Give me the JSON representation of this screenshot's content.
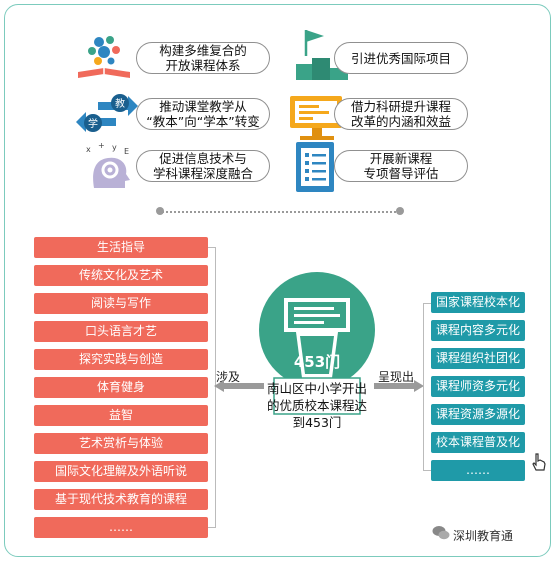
{
  "measures": [
    {
      "id": "system",
      "text": "构建多维复合的\n开放课程体系",
      "icon": "book-icon"
    },
    {
      "id": "intl",
      "text": "引进优秀国际项目",
      "icon": "flag-podium-icon"
    },
    {
      "id": "shift",
      "text": "推动课堂教学从\n“教本”向“学本”转变",
      "icon": "swap-arrows-icon"
    },
    {
      "id": "research",
      "text": "借力科研提升课程\n改革的内涵和效益",
      "icon": "monitor-icon"
    },
    {
      "id": "tech",
      "text": "促进信息技术与\n学科课程深度融合",
      "icon": "head-gear-icon"
    },
    {
      "id": "supervise",
      "text": "开展新课程\n专项督导评估",
      "icon": "checklist-icon"
    }
  ],
  "icon_badges": {
    "study": "学",
    "teach": "教"
  },
  "areas_label": "涉及",
  "features_label": "呈现出",
  "count_label": "453门",
  "center_text": "南山区中小学开出的优质校本课程达到453门",
  "areas": [
    "生活指导",
    "传统文化及艺术",
    "阅读与写作",
    "口头语言才艺",
    "探究实践与创造",
    "体育健身",
    "益智",
    "艺术赏析与体验",
    "国际文化理解及外语听说",
    "基于现代技术教育的课程",
    "……"
  ],
  "features": [
    "国家课程校本化",
    "课程内容多元化",
    "课程组织社团化",
    "课程师资多元化",
    "课程资源多源化",
    "校本课程普及化",
    "……"
  ],
  "watermark": "深圳教育通",
  "colors": {
    "coral": "#f06a5b",
    "teal": "#1f9aa8",
    "green": "#3aa388",
    "orange": "#f5a81c",
    "blue": "#2e86c1"
  }
}
